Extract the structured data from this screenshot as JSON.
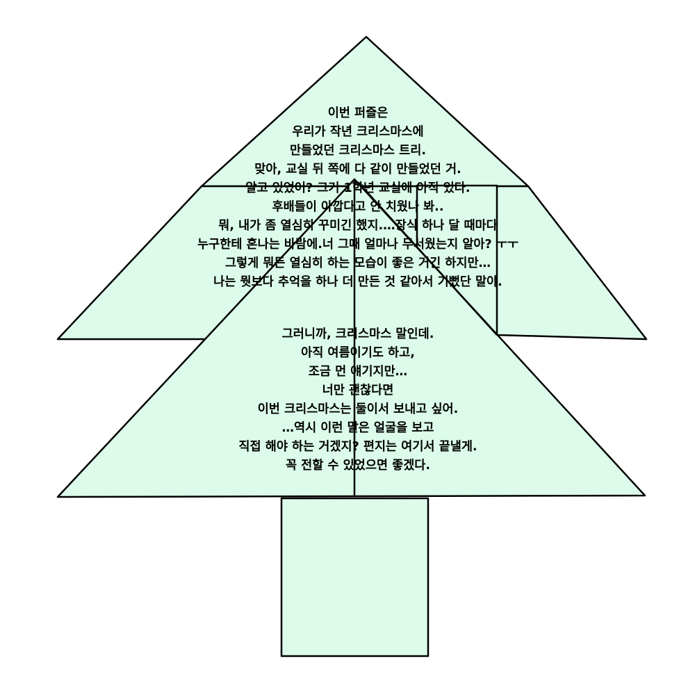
{
  "colors": {
    "piece_fill": "#dcfbea",
    "stroke": "#000000",
    "text": "#000000"
  },
  "letter": {
    "paragraph1": [
      "이번 퍼즐은",
      "우리가 작년 크리스마스에",
      "만들었던 크리스마스 트리.",
      "맞아, 교실 뒤 쪽에 다 같이 만들었던 거.",
      "알고 있었어? 그거 1학년 교실에 아직 있다.",
      "후배들이 아깝다고 안 치웠나 봐..",
      "뭐, 내가 좀 열심히 꾸미긴 했지.…장식 하나 달 때마다",
      "누구한테 혼나는 바람에.너 그때 얼마나 무서웠는지 알아? ㅜㅜ",
      "그렇게 뭐든 열심히 하는 모습이 좋은 거긴 하지만…",
      "나는 뭣보다 추억을 하나 더 만든 것 같아서 기뻤단 말야."
    ],
    "paragraph2": [
      "그러니까, 크리스마스 말인데.",
      "아직 여름이기도 하고,",
      "조금 먼 얘기지만…",
      "너만 괜찮다면",
      "이번 크리스마스는 둘이서 보내고 싶어.",
      "…역시 이런 말은 얼굴을 보고",
      "직접 해야 하는 거겠지? 편지는 여기서 끝낼게.",
      "꼭 전할 수 있었으면 좋겠다."
    ]
  }
}
